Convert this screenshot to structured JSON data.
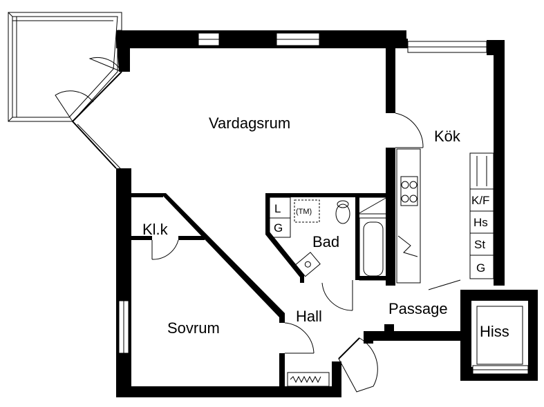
{
  "rooms": {
    "vardagsrum": "Vardagsrum",
    "kok": "Kök",
    "bad": "Bad",
    "klk": "Kl.k",
    "hall": "Hall",
    "sovrum": "Sovrum",
    "passage": "Passage",
    "hiss": "Hiss"
  },
  "fixtures": {
    "l": "L",
    "g_bath": "G",
    "tm": "(TM)",
    "kf": "K/F",
    "hs": "Hs",
    "st": "St",
    "g_kitchen": "G"
  }
}
